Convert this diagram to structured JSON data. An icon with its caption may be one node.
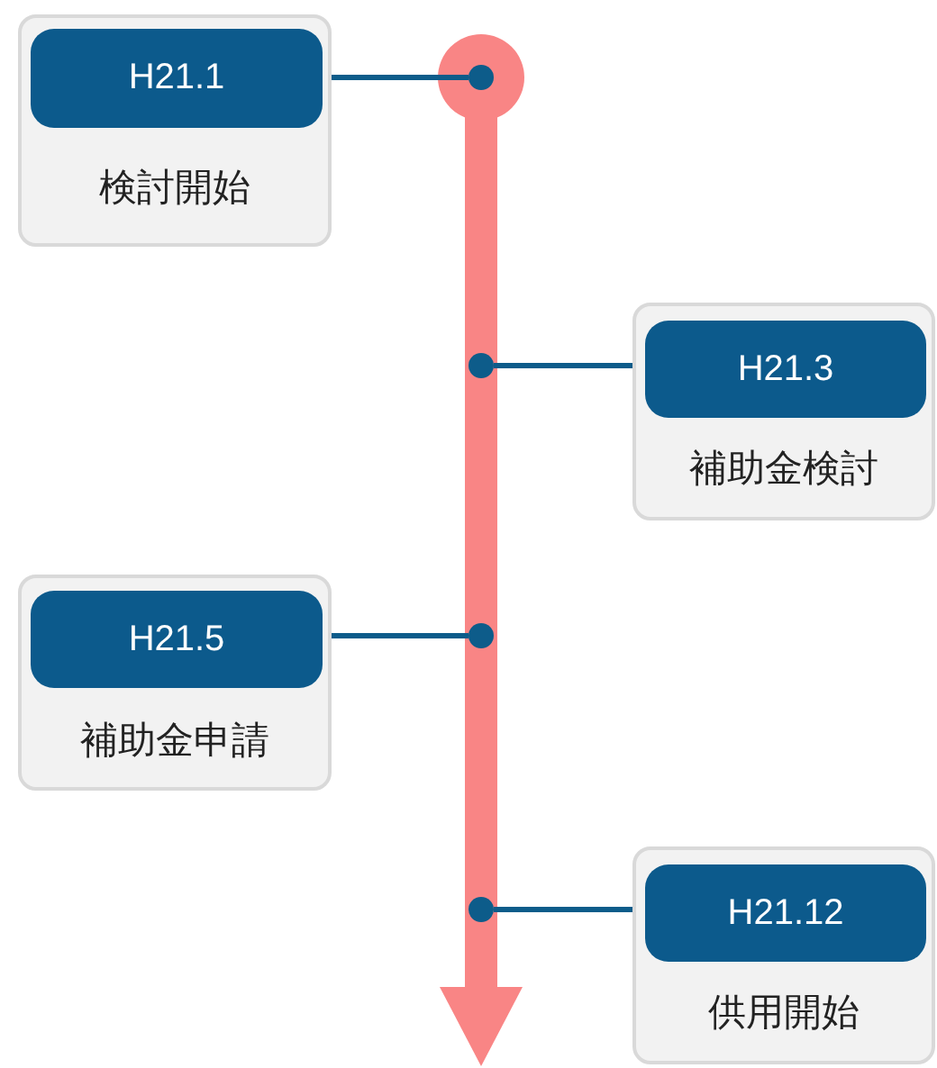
{
  "diagram": {
    "nodes": [
      {
        "text": [
          "検討開始"
        ]
      },
      {
        "text": [
          "H21.1"
        ],
        "in": 0
      },
      {
        "text": [],
        "shape": "circle"
      },
      {
        "text": [],
        "shape": "circle"
      },
      {
        "text": [
          "補助金検討"
        ]
      },
      {
        "text": [
          "H21.3"
        ],
        "in": 4
      },
      {
        "text": [
          "補助金申請"
        ]
      },
      {
        "text": [
          "H21.5"
        ],
        "in": 6
      },
      {
        "text": [],
        "shape": "circle"
      },
      {
        "text": [],
        "shape": "circle"
      },
      {
        "text": [
          "供用開始"
        ]
      },
      {
        "text": [
          "H21.12"
        ],
        "in": 10
      }
    ],
    "edges": [
      {
        "from": 1,
        "to": 2,
        "arrow": "none"
      },
      {
        "from": 5,
        "to": 3,
        "arrow": "none"
      },
      {
        "from": 7,
        "to": 8,
        "arrow": "none"
      },
      {
        "from": 11,
        "to": 9,
        "arrow": "none"
      }
    ]
  }
}
